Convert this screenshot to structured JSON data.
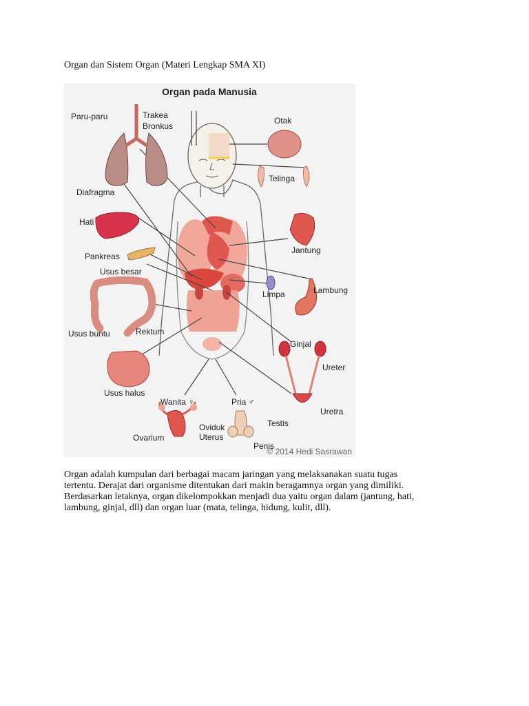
{
  "document": {
    "title": "Organ dan Sistem Organ (Materi Lengkap SMA XI)",
    "paragraph_lines": [
      "Organ adalah kumpulan dari berbagai macam jaringan yang melaksanakan suatu tugas",
      "tertentu. Derajat dari organisme ditentukan dari makin beragamnya organ yang dimiliki.",
      "Berdasarkan letaknya, organ dikelompokkan menjadi dua yaitu organ dalam (jantung, hati,",
      "lambung, ginjal, dll) dan organ luar (mata, telinga, hidung, kulit, dll)."
    ]
  },
  "figure": {
    "title": "Organ pada Manusia",
    "copyright": "© 2014 Hedi Sasrawan",
    "labels": {
      "paru_paru": "Paru-paru",
      "trakea": "Trakea",
      "bronkus": "Bronkus",
      "diafragma": "Diafragma",
      "hati": "Hati",
      "pankreas": "Pankreas",
      "usus_besar": "Usus besar",
      "usus_buntu": "Usus buntu",
      "rektum": "Rektum",
      "usus_halus": "Usus halus",
      "otak": "Otak",
      "telinga": "Telinga",
      "jantung": "Jantung",
      "limpa": "Limpa",
      "lambung": "Lambung",
      "ginjal": "Ginjal",
      "ureter": "Ureter",
      "uretra": "Uretra",
      "wanita": "Wanita ♀",
      "pria": "Pria ♂",
      "ovarium": "Ovarium",
      "oviduk": "Oviduk",
      "uterus": "Uterus",
      "testis": "Testis",
      "penis": "Penis"
    },
    "colors": {
      "organ_red": "#e0574f",
      "organ_pink": "#f09a8a",
      "body_skin": "#f6f0ea",
      "outline": "#555555"
    }
  }
}
